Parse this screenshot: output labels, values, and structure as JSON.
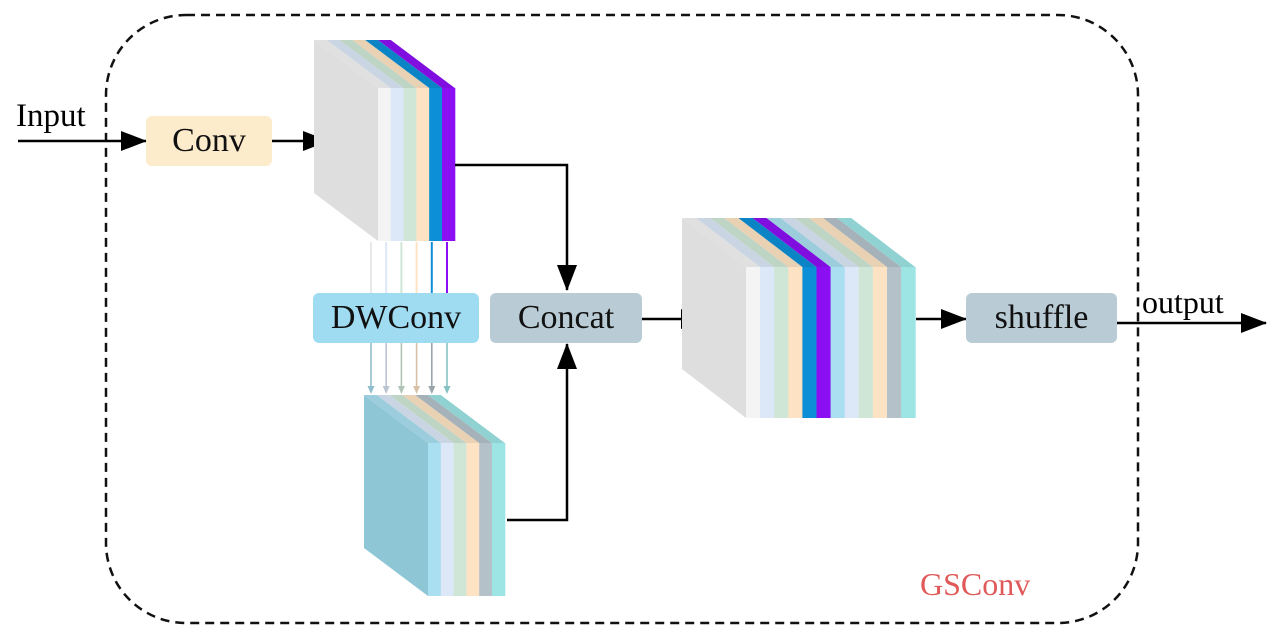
{
  "labels": {
    "input": "Input",
    "output": "output",
    "module": "GSConv"
  },
  "boxes": {
    "conv": "Conv",
    "dwconv": "DWConv",
    "concat": "Concat",
    "shuffle": "shuffle"
  },
  "colors": {
    "conv_box": "#fdeccb",
    "dwconv_box": "#9fdcf2",
    "concat_box": "#b9cbd4",
    "shuffle_box": "#b9cbd4",
    "module_label": "#e05a5a",
    "border": "#111111",
    "feature_slices_a": [
      "#f4f4f4",
      "#dce8f7",
      "#cfe6d6",
      "#fde3c3",
      "#0c8fd6",
      "#8a0ff2"
    ],
    "feature_slices_b": [
      "#a9dff0",
      "#dce8f7",
      "#cfe6d6",
      "#fde3c3",
      "#b4c1c9",
      "#9de4e4"
    ],
    "feature_slices_concat": [
      "#f4f4f4",
      "#dce8f7",
      "#cfe6d6",
      "#fde3c3",
      "#0c8fd6",
      "#8a0ff2",
      "#a9dff0",
      "#dce8f7",
      "#cfe6d6",
      "#fde3c3",
      "#b4c1c9",
      "#9de4e4"
    ]
  }
}
